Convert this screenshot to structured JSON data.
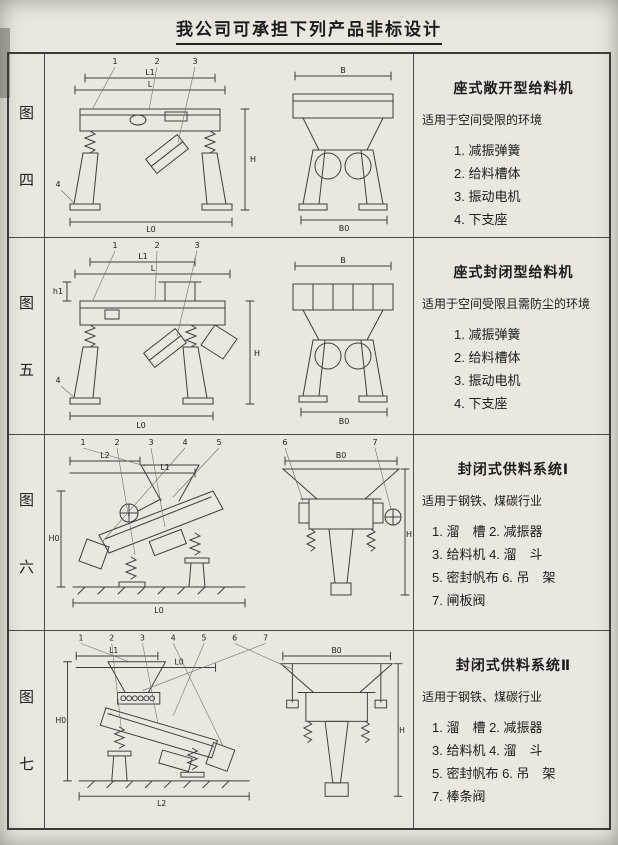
{
  "page": {
    "title": "我公司可承担下列产品非标设计"
  },
  "rows": [
    {
      "fig_chars": [
        "图",
        "四"
      ],
      "title": "座式敞开型给料机",
      "subtitle": "适用于空间受限的环境",
      "parts": [
        "1. 减振弹簧",
        "2. 给料槽体",
        "3. 振动电机",
        "4. 下支座"
      ],
      "callouts": [
        "1",
        "2",
        "3",
        "4"
      ],
      "dims": {
        "top1": "L1",
        "top2": "L",
        "bottom": "L0",
        "height": "H",
        "ev_top": "B",
        "ev_bottom": "B0"
      }
    },
    {
      "fig_chars": [
        "图",
        "五"
      ],
      "title": "座式封闭型给料机",
      "subtitle": "适用于空间受限且需防尘的环境",
      "parts": [
        "1. 减振弹簧",
        "2. 给料槽体",
        "3. 振动电机",
        "4. 下支座"
      ],
      "callouts": [
        "1",
        "2",
        "3",
        "4"
      ],
      "dims": {
        "top1": "L1",
        "top2": "L",
        "side": "h1",
        "bottom": "L0",
        "height": "H",
        "ev_top": "B",
        "ev_bottom": "B0"
      }
    },
    {
      "fig_chars": [
        "图",
        "六"
      ],
      "title": "封闭式供料系统Ⅰ",
      "subtitle": "适用于钢铁、煤碳行业",
      "parts": [
        "1. 溜　槽  2. 减振器",
        "3. 给料机  4. 溜　斗",
        "5. 密封帆布  6. 吊　架",
        "7. 闸板阀"
      ],
      "callouts": [
        "1",
        "2",
        "3",
        "4",
        "5",
        "6",
        "7"
      ],
      "dims": {
        "top1": "L2",
        "top2": "L1",
        "left": "H0",
        "bottom": "L0",
        "height": "H",
        "ev_top": "B0"
      }
    },
    {
      "fig_chars": [
        "图",
        "七"
      ],
      "title": "封闭式供料系统Ⅱ",
      "subtitle": "适用于钢铁、煤碳行业",
      "parts": [
        "1. 溜　槽  2. 减振器",
        "3. 给料机  4. 溜　斗",
        "5. 密封帆布  6. 吊　架",
        "7. 棒条阀"
      ],
      "callouts": [
        "1",
        "2",
        "3",
        "4",
        "5",
        "6",
        "7"
      ],
      "dims": {
        "top1": "L1",
        "top2": "L0",
        "left": "H0",
        "bottom": "L2",
        "height": "H",
        "ev_top": "B0"
      }
    }
  ]
}
